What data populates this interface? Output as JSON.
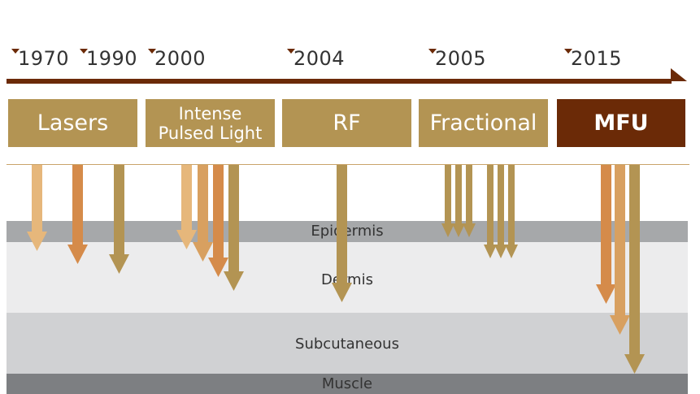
{
  "timeline": {
    "years": [
      "1970",
      "1990",
      "2000",
      "2004",
      "2005",
      "2015"
    ],
    "line_color": "#6b2a07"
  },
  "technologies": [
    {
      "label_lines": [
        "Lasers"
      ],
      "color": "#b39453"
    },
    {
      "label_lines": [
        "Intense",
        "Pulsed Light"
      ],
      "color": "#b39453"
    },
    {
      "label_lines": [
        "RF"
      ],
      "color": "#b39453"
    },
    {
      "label_lines": [
        "Fractional"
      ],
      "color": "#b39453"
    },
    {
      "label_lines": [
        "MFU"
      ],
      "color": "#6b2a07"
    }
  ],
  "skin_layers": [
    {
      "name": "Epidermis",
      "color": "#a6a8aa"
    },
    {
      "name": "Dermis",
      "color": "#ececed"
    },
    {
      "name": "Subcutaneous",
      "color": "#d0d1d3"
    },
    {
      "name": "Muscle",
      "color": "#7d7f82"
    }
  ],
  "arrow_colors": {
    "light": "#e6b77b",
    "orange": "#d58b4a",
    "olive": "#b39453"
  }
}
